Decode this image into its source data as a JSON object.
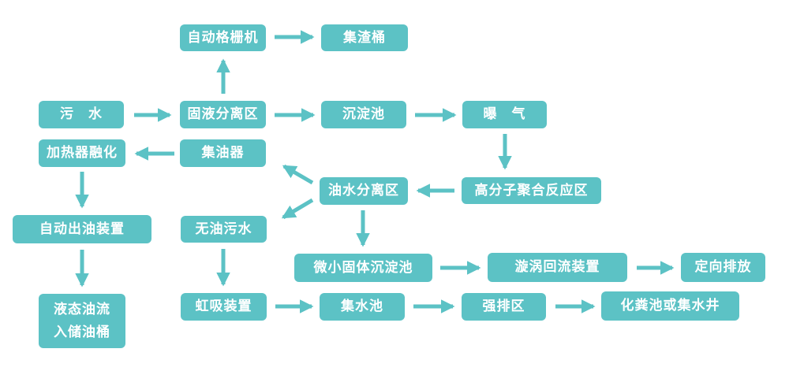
{
  "colors": {
    "node_fill": "#5CC2C5",
    "node_text": "#FFFFFF",
    "arrow": "#5CC2C5",
    "background": "#FFFFFF"
  },
  "diagram": {
    "type": "flowchart",
    "nodes": {
      "auto_screen_machine": {
        "label": "自动格栅机"
      },
      "slag_bucket": {
        "label": "集渣桶"
      },
      "sewage": {
        "label": "污　水"
      },
      "solid_liquid_separation": {
        "label": "固液分离区"
      },
      "sedimentation_tank": {
        "label": "沉淀池"
      },
      "aeration": {
        "label": "曝　气"
      },
      "heater_melting": {
        "label": "加热器融化"
      },
      "oil_collector": {
        "label": "集油器"
      },
      "oil_water_separation": {
        "label": "油水分离区"
      },
      "polymer_reaction_zone": {
        "label": "高分子聚合反应区"
      },
      "auto_oil_outlet": {
        "label": "自动出油装置"
      },
      "oil_free_sewage": {
        "label": "无油污水"
      },
      "micro_solid_sedimentation": {
        "label": "微小固体沉淀池"
      },
      "vortex_reflux_device": {
        "label": "漩涡回流装置"
      },
      "directional_discharge": {
        "label": "定向排放"
      },
      "liquid_oil_to_storage": {
        "label": "液态油流\n入储油桶"
      },
      "siphon_device": {
        "label": "虹吸装置"
      },
      "water_collection_pool": {
        "label": "集水池"
      },
      "forced_drainage_zone": {
        "label": "强排区"
      },
      "septic_tank_or_well": {
        "label": "化粪池或集水井"
      }
    },
    "edges": [
      {
        "from": "sewage",
        "to": "solid_liquid_separation"
      },
      {
        "from": "solid_liquid_separation",
        "to": "auto_screen_machine"
      },
      {
        "from": "auto_screen_machine",
        "to": "slag_bucket"
      },
      {
        "from": "solid_liquid_separation",
        "to": "sedimentation_tank"
      },
      {
        "from": "sedimentation_tank",
        "to": "aeration"
      },
      {
        "from": "aeration",
        "to": "polymer_reaction_zone"
      },
      {
        "from": "polymer_reaction_zone",
        "to": "oil_water_separation"
      },
      {
        "from": "oil_water_separation",
        "to": "oil_collector"
      },
      {
        "from": "oil_collector",
        "to": "heater_melting"
      },
      {
        "from": "heater_melting",
        "to": "auto_oil_outlet"
      },
      {
        "from": "auto_oil_outlet",
        "to": "liquid_oil_to_storage"
      },
      {
        "from": "oil_water_separation",
        "to": "oil_free_sewage"
      },
      {
        "from": "oil_water_separation",
        "to": "micro_solid_sedimentation"
      },
      {
        "from": "oil_free_sewage",
        "to": "siphon_device"
      },
      {
        "from": "siphon_device",
        "to": "water_collection_pool"
      },
      {
        "from": "water_collection_pool",
        "to": "forced_drainage_zone"
      },
      {
        "from": "forced_drainage_zone",
        "to": "septic_tank_or_well"
      },
      {
        "from": "micro_solid_sedimentation",
        "to": "vortex_reflux_device"
      },
      {
        "from": "vortex_reflux_device",
        "to": "directional_discharge"
      }
    ]
  }
}
